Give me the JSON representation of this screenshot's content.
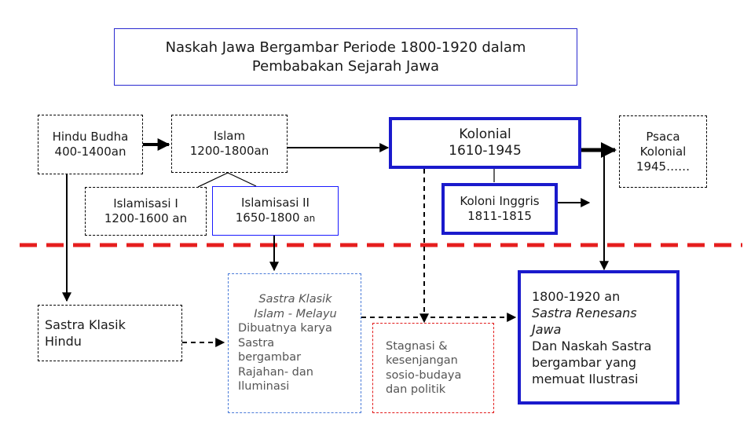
{
  "title": {
    "line1": "Naskah Jawa Bergambar Periode 1800-1920 dalam",
    "line2": "Pembabakan Sejarah Jawa"
  },
  "periods": {
    "hindu": {
      "name": "Hindu Budha",
      "years": "400-1400an"
    },
    "islam": {
      "name": "Islam",
      "years": "1200-1800an"
    },
    "kolonial": {
      "name": "Kolonial",
      "years": "1610-1945"
    },
    "pasca": {
      "name": "Psaca\nKolonial\n1945……"
    }
  },
  "sub_periods": {
    "islamisasi1": {
      "name": "Islamisasi  I",
      "years": "1200-1600 an"
    },
    "islamisasi2": {
      "name": "Islamisasi II",
      "years": "1650-1800",
      "suffix": "an"
    },
    "inggris": {
      "name": "Koloni Inggris",
      "years": "1811-1815"
    }
  },
  "literature": {
    "hindu": {
      "text": "Sastra Klasik\nHindu"
    },
    "islam": {
      "italic": "Sastra Klasik\nIslam - Melayu",
      "text": "Dibuatnya karya\nSastra\nbergambar\nRajahan-  dan\nIluminasi"
    },
    "stagnasi": {
      "text": "Stagnasi  &\nkesenjangan\nsosio-budaya\ndan politik"
    },
    "renesans": {
      "years": "1800-1920 an",
      "italic": "Sastra Renesans\nJawa",
      "text": "Dan Naskah Sastra\nbergambar yang\nmemuat Ilustrasi"
    }
  },
  "colors": {
    "divider": "#e61e1e",
    "blue_border": "#1a1acc",
    "gray_text": "#555555"
  }
}
